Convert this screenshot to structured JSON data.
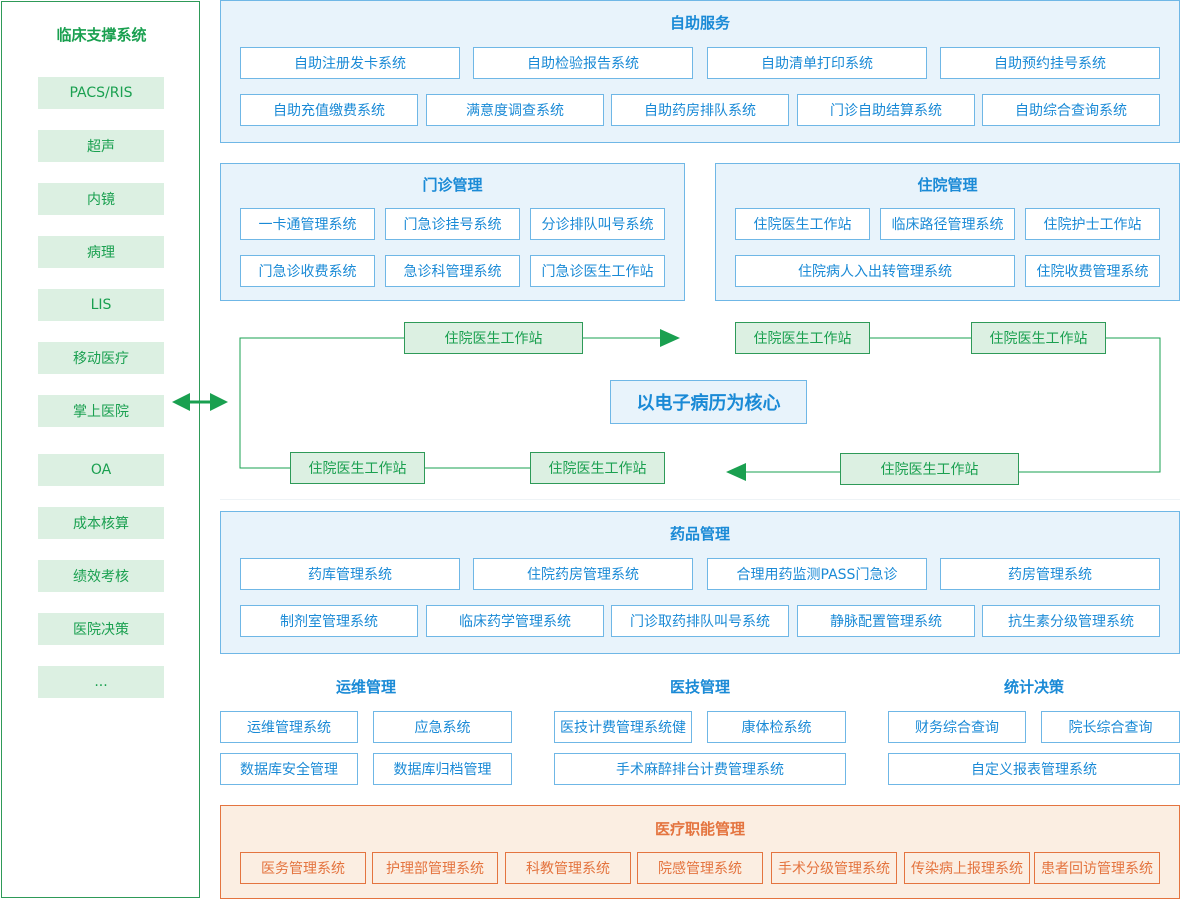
{
  "left": {
    "title": "临床支撑系统",
    "items": [
      "PACS/RIS",
      "超声",
      "内镜",
      "病理",
      "LIS",
      "移动医疗",
      "掌上医院",
      "OA",
      "成本核算",
      "绩效考核",
      "医院决策",
      "..."
    ]
  },
  "self_service": {
    "title": "自助服务",
    "row1": [
      "自助注册发卡系统",
      "自助检验报告系统",
      "自助清单打印系统",
      "自助预约挂号系统"
    ],
    "row2": [
      "自助充值缴费系统",
      "满意度调查系统",
      "自助药房排队系统",
      "门诊自助结算系统",
      "自助综合查询系统"
    ]
  },
  "outpatient": {
    "title": "门诊管理",
    "row1": [
      "一卡通管理系统",
      "门急诊挂号系统",
      "分诊排队叫号系统"
    ],
    "row2": [
      "门急诊收费系统",
      "急诊科管理系统",
      "门急诊医生工作站"
    ]
  },
  "inpatient": {
    "title": "住院管理",
    "row1": [
      "住院医生工作站",
      "临床路径管理系统",
      "住院护士工作站"
    ],
    "row2": [
      "住院病人入出转管理系统",
      "住院收费管理系统"
    ]
  },
  "flow": {
    "core": "以电子病历为核心",
    "top_left": "住院医生工作站",
    "top_mid": "住院医生工作站",
    "top_right": "住院医生工作站",
    "bottom_left": "住院医生工作站",
    "bottom_mid": "住院医生工作站",
    "bottom_right": "住院医生工作站"
  },
  "drug": {
    "title": "药品管理",
    "row1": [
      "药库管理系统",
      "住院药房管理系统",
      "合理用药监测PASS门急诊",
      "药房管理系统"
    ],
    "row2": [
      "制剂室管理系统",
      "临床药学管理系统",
      "门诊取药排队叫号系统",
      "静脉配置管理系统",
      "抗生素分级管理系统"
    ]
  },
  "ops": {
    "title": "运维管理",
    "items": [
      "运维管理系统",
      "应急系统",
      "数据库安全管理",
      "数据库归档管理"
    ]
  },
  "medtech": {
    "title": "医技管理",
    "items": [
      "医技计费管理系统健",
      "康体检系统",
      "手术麻醉排台计费管理系统"
    ]
  },
  "stats": {
    "title": "统计决策",
    "items": [
      "财务综合查询",
      "院长综合查询",
      "自定义报表管理系统"
    ]
  },
  "medical": {
    "title": "医疗职能管理",
    "items": [
      "医务管理系统",
      "护理部管理系统",
      "科教管理系统",
      "院感管理系统",
      "手术分级管理系统",
      "传染病上报理系统",
      "患者回访管理系统"
    ]
  },
  "colors": {
    "green": "#1aa050",
    "blue": "#1a8ad6",
    "orange": "#e4743f"
  }
}
